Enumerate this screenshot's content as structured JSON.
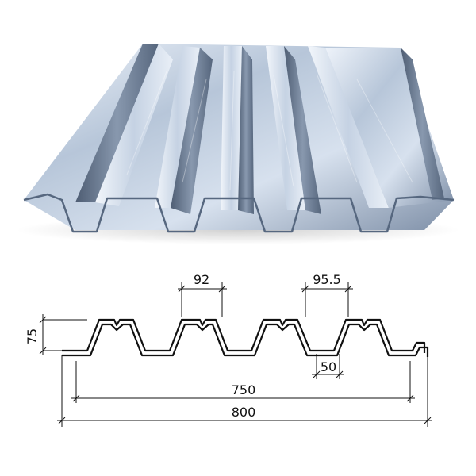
{
  "colors": {
    "profile_stroke": "#111111",
    "dimension_stroke": "#111111",
    "metal_light": "#e4ecf6",
    "metal_mid": "#a9b9cf",
    "metal_dark": "#5d6f87",
    "metal_shadow": "#3e4b5e"
  },
  "photo": {
    "description_icon": "corrugated-steel-deck-sheet"
  },
  "dimensions": {
    "height": "75",
    "top_flange_width": "92",
    "top_flange_width_2": "95.5",
    "bottom_width": "50",
    "effective_width": "750",
    "total_width": "800"
  }
}
